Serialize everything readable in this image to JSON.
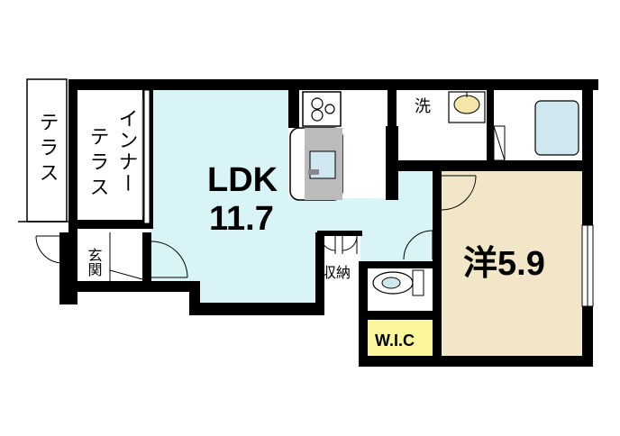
{
  "rooms": {
    "ldk": {
      "name": "LDK",
      "size": "11.7"
    },
    "western": {
      "name": "洋",
      "size": "5.9"
    },
    "walk_in_closet": {
      "name": "W.I.C"
    },
    "storage": {
      "name": "収納"
    },
    "entrance": {
      "name": "玄関"
    },
    "laundry": {
      "name": "洗"
    },
    "terrace": {
      "name": "テラス"
    },
    "inner_terrace": {
      "line1": "インナー",
      "line2": "テラス"
    }
  },
  "colors": {
    "ldk_fill": "#d9f4f6",
    "western_fill": "#f1e7c8",
    "wic_fill": "#fbf59c",
    "wall": "#000000",
    "floor_white": "#ffffff",
    "sink": "#cfe7ef",
    "bath": "#cfe7ef"
  }
}
